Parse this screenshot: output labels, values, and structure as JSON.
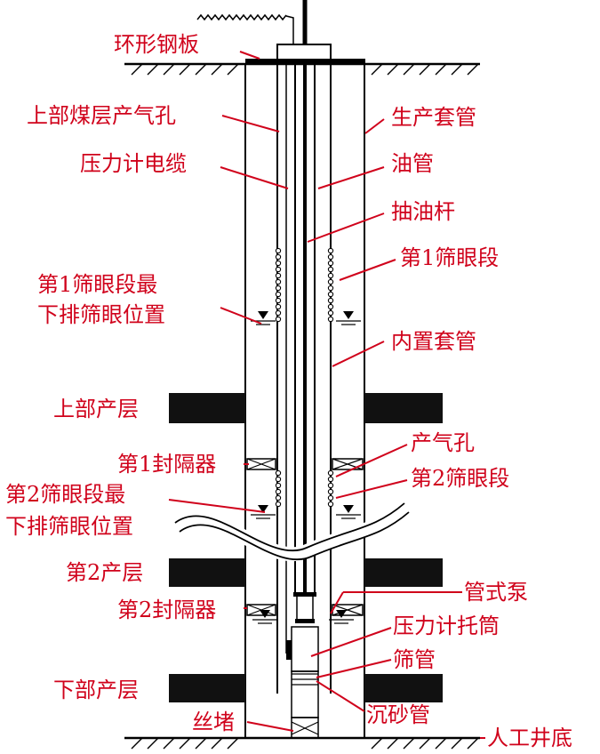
{
  "colors": {
    "label": "#d0021b",
    "structure": "#000000",
    "layer": "#111111"
  },
  "labels": {
    "ring_plate": "环形钢板",
    "upper_gas_hole": "上部煤层产气孔",
    "gauge_cable": "压力计电缆",
    "sec1_lowest_1": "第1筛眼段最",
    "sec1_lowest_2": "下排筛眼位置",
    "upper_layer": "上部产层",
    "packer1": "第1封隔器",
    "sec2_lowest_1": "第2筛眼段最",
    "sec2_lowest_2": "下排筛眼位置",
    "layer2": "第2产层",
    "packer2": "第2封隔器",
    "lower_layer": "下部产层",
    "plug": "丝堵",
    "prod_casing": "生产套管",
    "tubing": "油管",
    "sucker_rod": "抽油杆",
    "sec1_screen": "第1筛眼段",
    "inner_casing": "内置套管",
    "gas_hole": "产气孔",
    "sec2_screen": "第2筛眼段",
    "tube_pump": "管式泵",
    "gauge_holder": "压力计托筒",
    "screen_pipe": "筛管",
    "sand_pipe": "沉砂管",
    "bottom": "人工井底"
  }
}
